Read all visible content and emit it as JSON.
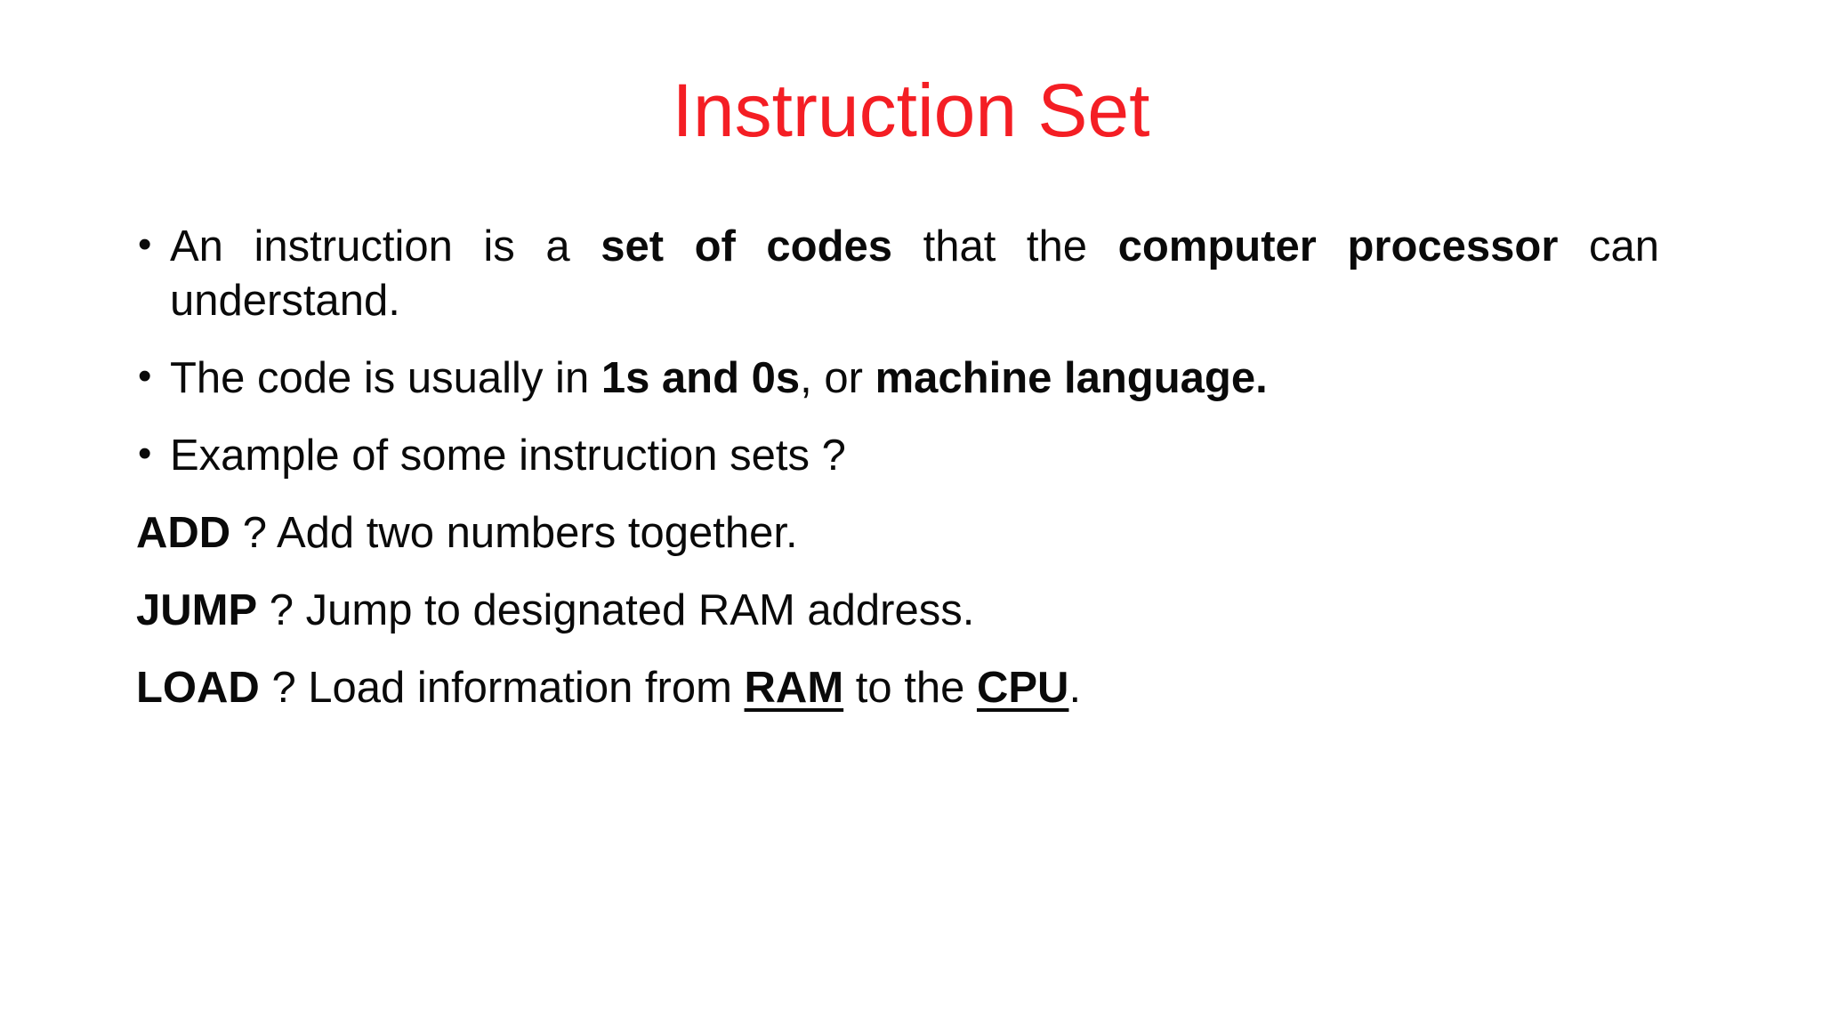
{
  "slide": {
    "title": "Instruction Set",
    "colors": {
      "title": "#F41E24",
      "text": "#0A0A0A",
      "background": "#FFFFFF"
    },
    "bullet_char": "•",
    "paragraphs": [
      {
        "bullet": true,
        "justify": true,
        "runs": [
          {
            "t": "An instruction is a "
          },
          {
            "t": "set of codes",
            "b": true
          },
          {
            "t": " that the "
          },
          {
            "t": "computer processor",
            "b": true
          },
          {
            "t": " can understand."
          }
        ]
      },
      {
        "bullet": true,
        "justify": false,
        "runs": [
          {
            "t": "The code is usually in "
          },
          {
            "t": "1s and 0s",
            "b": true
          },
          {
            "t": ", or "
          },
          {
            "t": "machine language.",
            "b": true
          }
        ]
      },
      {
        "bullet": true,
        "justify": false,
        "runs": [
          {
            "t": "Example of some instruction sets ?"
          }
        ]
      },
      {
        "bullet": false,
        "justify": false,
        "runs": [
          {
            "t": "ADD",
            "b": true
          },
          {
            "t": " ? Add two numbers together."
          }
        ]
      },
      {
        "bullet": false,
        "justify": false,
        "runs": [
          {
            "t": "JUMP",
            "b": true
          },
          {
            "t": " ? Jump to designated RAM address."
          }
        ]
      },
      {
        "bullet": false,
        "justify": false,
        "runs": [
          {
            "t": "LOAD",
            "b": true
          },
          {
            "t": " ? Load information from "
          },
          {
            "t": "RAM",
            "b": true,
            "u": true
          },
          {
            "t": " to the "
          },
          {
            "t": "CPU",
            "b": true,
            "u": true
          },
          {
            "t": "."
          }
        ]
      }
    ]
  }
}
